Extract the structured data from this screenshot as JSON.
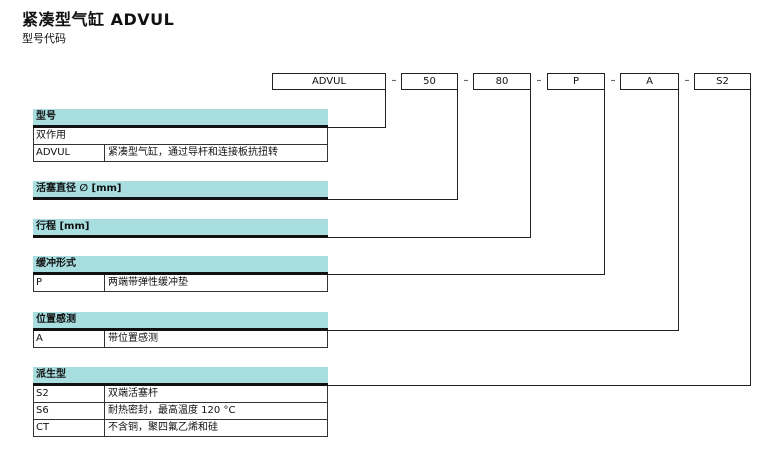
{
  "header": {
    "title": "紧凑型气缸 ADVUL",
    "subtitle": "型号代码"
  },
  "code": {
    "parts": [
      "ADVUL",
      "50",
      "80",
      "P",
      "A",
      "S2"
    ],
    "separator": "–"
  },
  "sections": [
    {
      "id": "type",
      "title": "型号",
      "rows": [
        {
          "code": "双作用",
          "desc": ""
        },
        {
          "code": "ADVUL",
          "desc": "紧凑型气缸，通过导杆和连接板抗扭转"
        }
      ]
    },
    {
      "id": "bore",
      "title": "活塞直径 ∅ [mm]",
      "rows": []
    },
    {
      "id": "stroke",
      "title": "行程 [mm]",
      "rows": []
    },
    {
      "id": "cushion",
      "title": "缓冲形式",
      "rows": [
        {
          "code": "P",
          "desc": "两端带弹性缓冲垫"
        }
      ]
    },
    {
      "id": "sensing",
      "title": "位置感测",
      "rows": [
        {
          "code": "A",
          "desc": "带位置感测"
        }
      ]
    },
    {
      "id": "variant",
      "title": "派生型",
      "rows": [
        {
          "code": "S2",
          "desc": "双端活塞杆"
        },
        {
          "code": "S6",
          "desc": "耐热密封，最高温度 120 °C"
        },
        {
          "code": "CT",
          "desc": "不含铜，聚四氟乙烯和硅"
        }
      ]
    }
  ]
}
